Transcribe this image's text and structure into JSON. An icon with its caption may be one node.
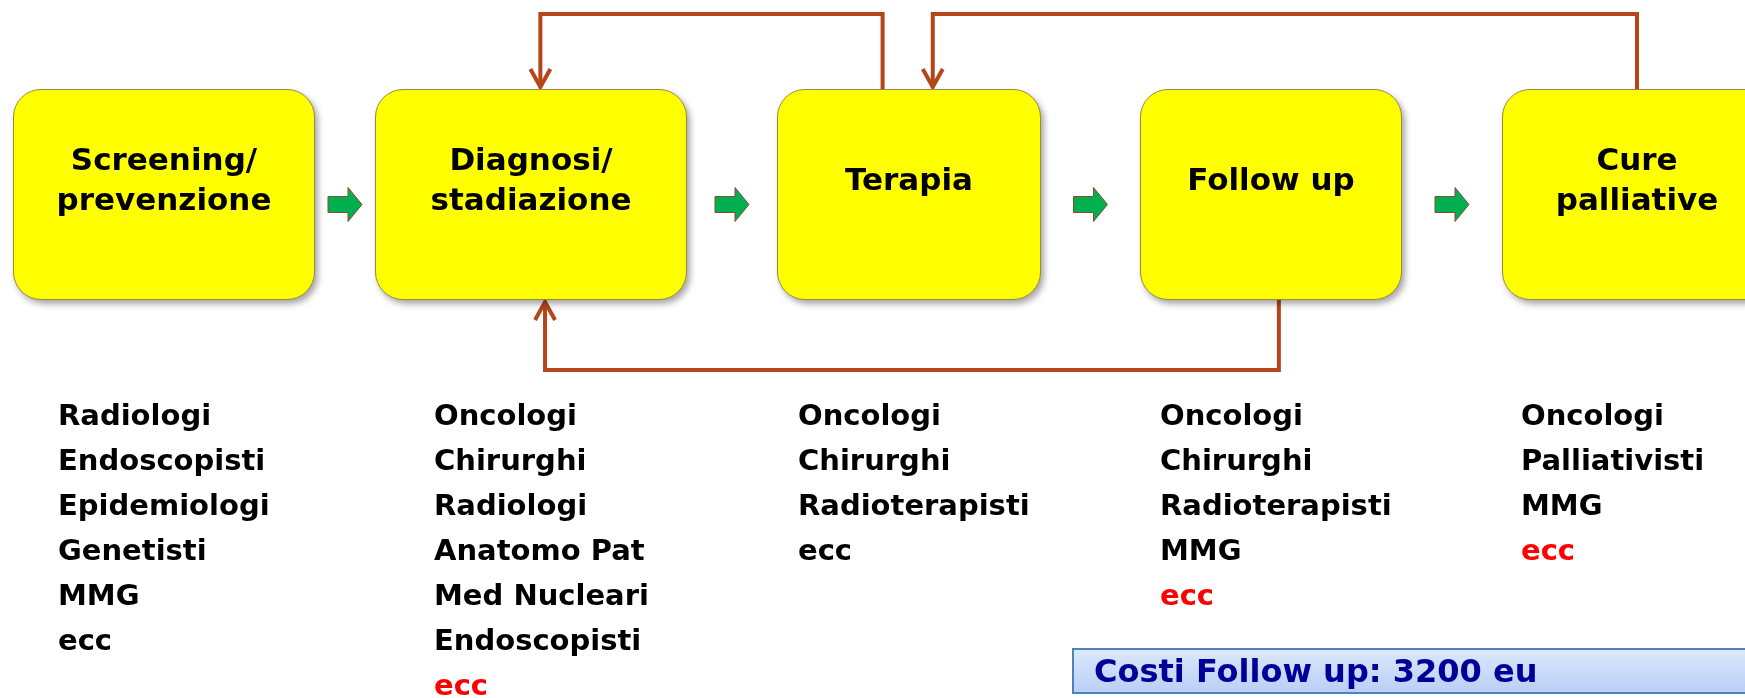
{
  "diagram": {
    "nodes": [
      {
        "text": [
          "Screening/ prevenzione"
        ]
      },
      {
        "text": [
          "Diagnosi/ stadiazione"
        ]
      },
      {
        "text": [
          "Terapia"
        ]
      },
      {
        "text": [
          "Follow up"
        ]
      },
      {
        "text": [
          "Cure palliative"
        ]
      },
      {
        "text": [
          "Costi Follow up: 3200 eu"
        ]
      }
    ],
    "edges": [
      {
        "from": 0,
        "to": 1,
        "arrow": "to",
        "style": "thick",
        "color": "#00b050"
      },
      {
        "from": 1,
        "to": 2,
        "arrow": "to",
        "style": "thick",
        "color": "#00b050"
      },
      {
        "from": 2,
        "to": 3,
        "arrow": "to",
        "style": "thick",
        "color": "#00b050"
      },
      {
        "from": 3,
        "to": 4,
        "arrow": "to",
        "style": "thick",
        "color": "#00b050"
      },
      {
        "from": 2,
        "to": 1,
        "arrow": "to"
      },
      {
        "from": 4,
        "to": 2,
        "arrow": "to"
      },
      {
        "from": 3,
        "to": 1,
        "arrow": "to"
      }
    ],
    "labels": [
      "Radiologi",
      "Endoscopisti",
      "Epidemiologi",
      "Genetisti",
      "MMG",
      "ecc",
      "Oncologi",
      "Chirurghi",
      "Radiologi",
      "Anatomo Pat",
      "Med Nucleari",
      "Endoscopisti",
      "ecc",
      "Oncologi",
      "Chirurghi",
      "Radioterapisti",
      "ecc",
      "Oncologi",
      "Chirurghi",
      "Radioterapisti",
      "MMG",
      "ecc",
      "Oncologi",
      "Palliativisti",
      "MMG",
      "ecc"
    ]
  }
}
